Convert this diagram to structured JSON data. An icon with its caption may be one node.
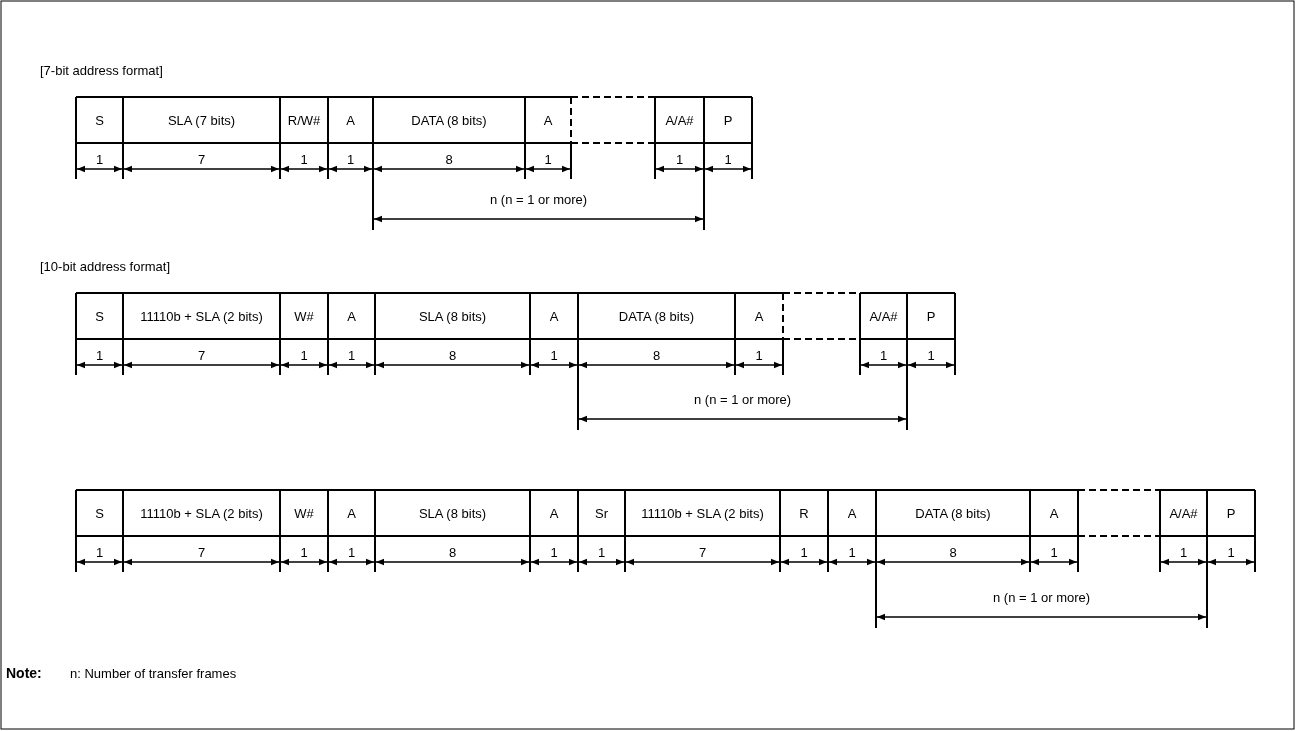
{
  "diagram": {
    "labels": [
      "[7-bit address format]",
      "S",
      "SLA (7 bits)",
      "R/W#",
      "A",
      "DATA (8 bits)",
      "A",
      "A/A#",
      "P",
      "1",
      "7",
      "1",
      "1",
      "8",
      "1",
      "1",
      "1",
      "n (n = 1 or more)",
      "[10-bit address format]",
      "S",
      "11110b + SLA (2 bits)",
      "W#",
      "A",
      "SLA (8 bits)",
      "A",
      "DATA (8 bits)",
      "A",
      "A/A#",
      "P",
      "1",
      "7",
      "1",
      "1",
      "8",
      "1",
      "8",
      "1",
      "1",
      "1",
      "n (n = 1 or more)",
      "S",
      "11110b + SLA (2 bits)",
      "W#",
      "A",
      "SLA (8 bits)",
      "A",
      "Sr",
      "11110b + SLA (2 bits)",
      "R",
      "A",
      "DATA (8 bits)",
      "A",
      "A/A#",
      "P",
      "1",
      "7",
      "1",
      "1",
      "8",
      "1",
      "1",
      "7",
      "1",
      "1",
      "8",
      "1",
      "1",
      "1",
      "n (n = 1 or more)",
      "Note:",
      "n: Number of transfer frames"
    ]
  }
}
